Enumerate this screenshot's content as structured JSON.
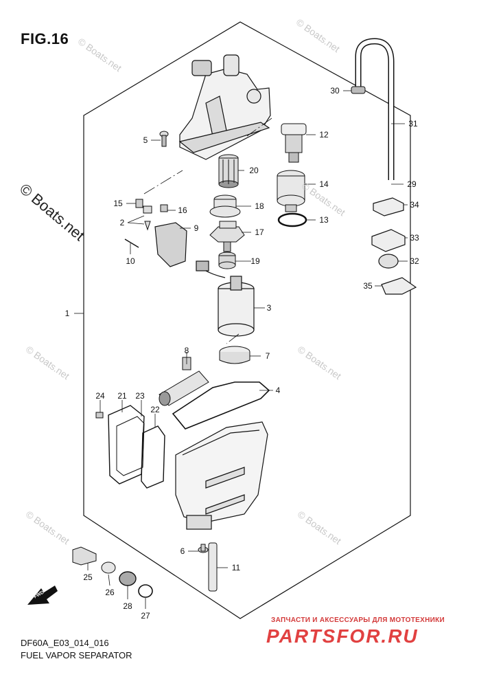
{
  "figure": {
    "title": "FIG.16",
    "code": "DF60A_E03_014_016",
    "name": "FUEL VAPOR SEPARATOR"
  },
  "watermarks": {
    "small": "© Boats.net",
    "large": "© Boats.net"
  },
  "promo": {
    "tagline": "ЗАПЧАСТИ И АКСЕССУАРЫ ДЛЯ МОТОТЕХНИКИ",
    "logo": "PARTSFOR.RU"
  },
  "fwd_label": "FWD",
  "callouts": [
    {
      "id": "1",
      "label": "1"
    },
    {
      "id": "2",
      "label": "2"
    },
    {
      "id": "3",
      "label": "3"
    },
    {
      "id": "4",
      "label": "4"
    },
    {
      "id": "5",
      "label": "5"
    },
    {
      "id": "6",
      "label": "6"
    },
    {
      "id": "7",
      "label": "7"
    },
    {
      "id": "8",
      "label": "8"
    },
    {
      "id": "9",
      "label": "9"
    },
    {
      "id": "10",
      "label": "10"
    },
    {
      "id": "11",
      "label": "11"
    },
    {
      "id": "12",
      "label": "12"
    },
    {
      "id": "13",
      "label": "13"
    },
    {
      "id": "14",
      "label": "14"
    },
    {
      "id": "15",
      "label": "15"
    },
    {
      "id": "16",
      "label": "16"
    },
    {
      "id": "17",
      "label": "17"
    },
    {
      "id": "18",
      "label": "18"
    },
    {
      "id": "19",
      "label": "19"
    },
    {
      "id": "20",
      "label": "20"
    },
    {
      "id": "21",
      "label": "21"
    },
    {
      "id": "22",
      "label": "22"
    },
    {
      "id": "23",
      "label": "23"
    },
    {
      "id": "24",
      "label": "24"
    },
    {
      "id": "25",
      "label": "25"
    },
    {
      "id": "26",
      "label": "26"
    },
    {
      "id": "27",
      "label": "27"
    },
    {
      "id": "28",
      "label": "28"
    },
    {
      "id": "29",
      "label": "29"
    },
    {
      "id": "30",
      "label": "30"
    },
    {
      "id": "31",
      "label": "31"
    },
    {
      "id": "32",
      "label": "32"
    },
    {
      "id": "33",
      "label": "33"
    },
    {
      "id": "34",
      "label": "34"
    },
    {
      "id": "35",
      "label": "35"
    }
  ]
}
